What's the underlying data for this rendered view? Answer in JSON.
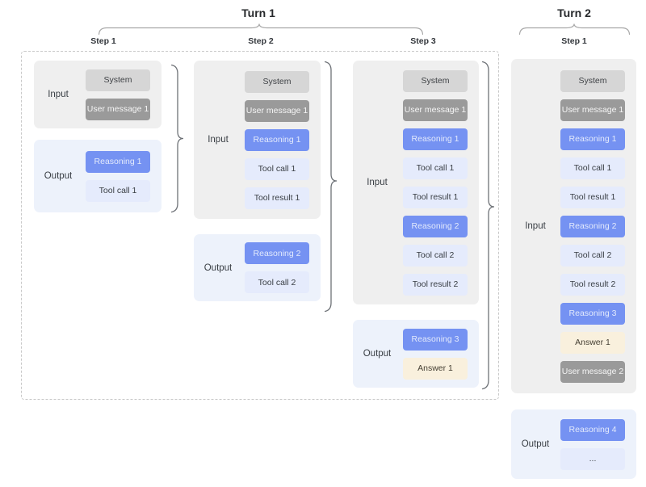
{
  "turns": [
    {
      "label": "Turn 1",
      "steps": [
        "Step 1",
        "Step 2",
        "Step 3"
      ]
    },
    {
      "label": "Turn 2",
      "steps": [
        "Step 1"
      ]
    }
  ],
  "labels": {
    "input": "Input",
    "output": "Output"
  },
  "palette": {
    "system_bg": "#d6d6d6",
    "system_text": "#3f4246",
    "user_bg": "#9a9a9a",
    "user_text": "#f5f5f5",
    "reasoning_bg": "#7592f2",
    "reasoning_text": "#e3eafc",
    "tool_bg": "#e5ebfc",
    "tool_text": "#393e44",
    "answer_bg": "#f9f0dd",
    "answer_text": "#453f33",
    "input_box_bg": "#efefef",
    "output_box_bg": "#edf2fb"
  },
  "columns": [
    {
      "turn": "Turn 1",
      "step": "Step 1",
      "input": [
        {
          "label": "System",
          "type": "system"
        },
        {
          "label": "User message 1",
          "type": "user"
        }
      ],
      "output": [
        {
          "label": "Reasoning 1",
          "type": "reasoning"
        },
        {
          "label": "Tool call 1",
          "type": "tool"
        }
      ]
    },
    {
      "turn": "Turn 1",
      "step": "Step 2",
      "input": [
        {
          "label": "System",
          "type": "system"
        },
        {
          "label": "User message 1",
          "type": "user"
        },
        {
          "label": "Reasoning 1",
          "type": "reasoning"
        },
        {
          "label": "Tool call 1",
          "type": "tool"
        },
        {
          "label": "Tool result 1",
          "type": "tool"
        }
      ],
      "output": [
        {
          "label": "Reasoning 2",
          "type": "reasoning"
        },
        {
          "label": "Tool call 2",
          "type": "tool"
        }
      ]
    },
    {
      "turn": "Turn 1",
      "step": "Step 3",
      "input": [
        {
          "label": "System",
          "type": "system"
        },
        {
          "label": "User message 1",
          "type": "user"
        },
        {
          "label": "Reasoning 1",
          "type": "reasoning"
        },
        {
          "label": "Tool call 1",
          "type": "tool"
        },
        {
          "label": "Tool result 1",
          "type": "tool"
        },
        {
          "label": "Reasoning 2",
          "type": "reasoning"
        },
        {
          "label": "Tool call 2",
          "type": "tool"
        },
        {
          "label": "Tool result 2",
          "type": "tool"
        }
      ],
      "output": [
        {
          "label": "Reasoning 3",
          "type": "reasoning"
        },
        {
          "label": "Answer 1",
          "type": "answer"
        }
      ]
    },
    {
      "turn": "Turn 2",
      "step": "Step 1",
      "input": [
        {
          "label": "System",
          "type": "system"
        },
        {
          "label": "User message 1",
          "type": "user"
        },
        {
          "label": "Reasoning 1",
          "type": "reasoning"
        },
        {
          "label": "Tool call 1",
          "type": "tool"
        },
        {
          "label": "Tool result 1",
          "type": "tool"
        },
        {
          "label": "Reasoning 2",
          "type": "reasoning"
        },
        {
          "label": "Tool call 2",
          "type": "tool"
        },
        {
          "label": "Tool result 2",
          "type": "tool"
        },
        {
          "label": "Reasoning 3",
          "type": "reasoning"
        },
        {
          "label": "Answer 1",
          "type": "answer"
        },
        {
          "label": "User message 2",
          "type": "user"
        }
      ],
      "output": [
        {
          "label": "Reasoning 4",
          "type": "reasoning"
        },
        {
          "label": "...",
          "type": "tool"
        }
      ]
    }
  ]
}
